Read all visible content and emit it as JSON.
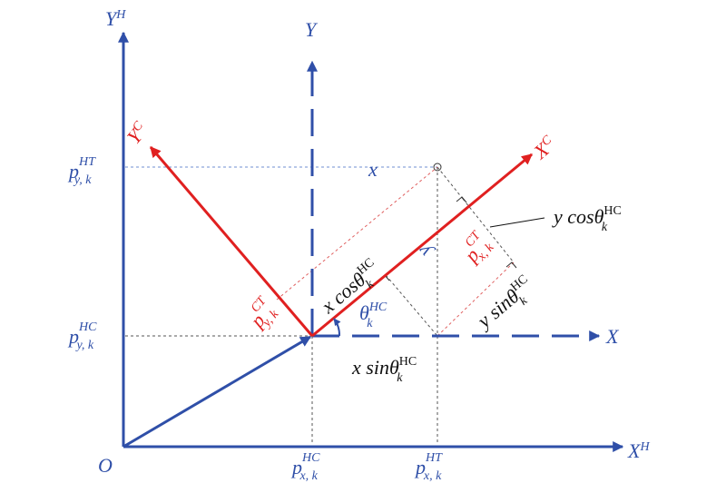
{
  "colors": {
    "blue": "#2f4fa8",
    "red": "#e02020",
    "black": "#111111",
    "guide_blue": "#6f8fd0",
    "guide_red": "#e06060"
  },
  "labels": {
    "origin": "O",
    "axis_YH": {
      "main": "Y",
      "sup": "H"
    },
    "axis_XH": {
      "main": "X",
      "sup": "H"
    },
    "axis_Y": "Y",
    "axis_X": "X",
    "axis_YC": {
      "main": "Y",
      "sup": "C"
    },
    "axis_XC": {
      "main": "X",
      "sup": "C"
    },
    "x_var": "x",
    "y_var": "y",
    "p_yk_HT": {
      "main": "p",
      "sup": "HT",
      "sub": "y, k"
    },
    "p_yk_HC": {
      "main": "p",
      "sup": "HC",
      "sub": "y, k"
    },
    "p_xk_HC": {
      "main": "p",
      "sup": "HC",
      "sub": "x, k"
    },
    "p_xk_HT": {
      "main": "p",
      "sup": "HT",
      "sub": "x, k"
    },
    "p_yk_CT": {
      "main": "p",
      "sup": "CT",
      "sub": "y, k"
    },
    "p_xk_CT": {
      "main": "p",
      "sup": "CT",
      "sub": "x, k"
    },
    "theta": {
      "main": "θ",
      "sup": "HC",
      "sub": "k"
    },
    "x_cos": {
      "pre": "x cos",
      "main": "θ",
      "sup": "HC",
      "sub": "k"
    },
    "x_sin": {
      "pre": "x sin",
      "main": "θ",
      "sup": "HC",
      "sub": "k"
    },
    "y_cos": {
      "pre": "y cos",
      "main": "θ",
      "sup": "HC",
      "sub": "k"
    },
    "y_sin": {
      "pre": "y sin",
      "main": "θ",
      "sup": "HC",
      "sub": "k"
    }
  }
}
